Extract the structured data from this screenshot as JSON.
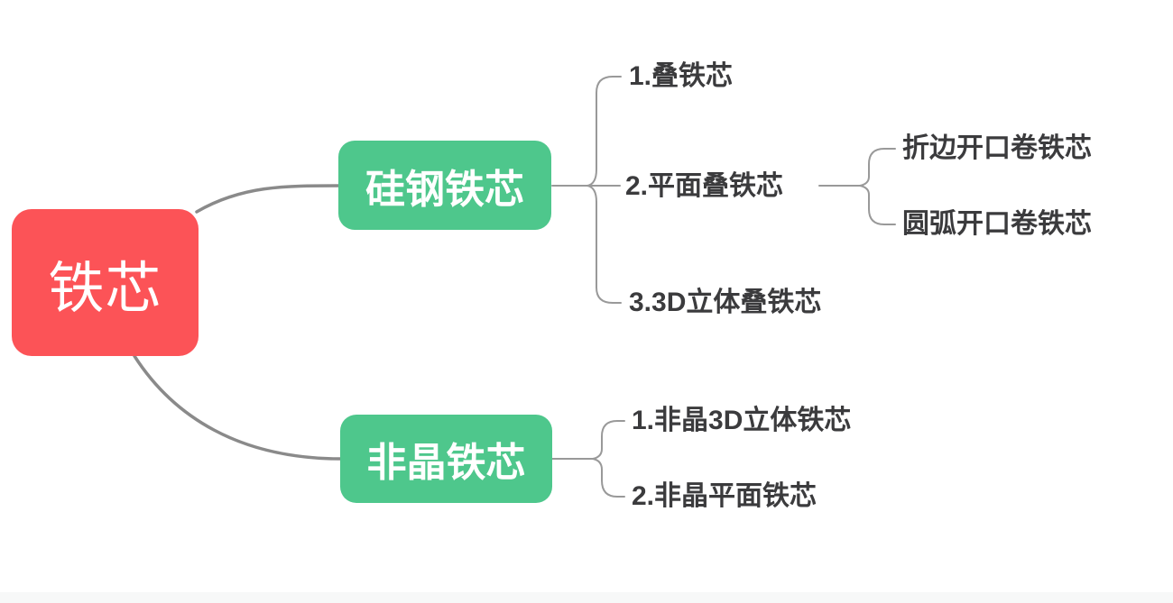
{
  "diagram": {
    "type": "mindmap",
    "root": {
      "label": "铁芯"
    },
    "branches": [
      {
        "label": "硅钢铁芯",
        "children": [
          {
            "label": "1.叠铁芯",
            "children": []
          },
          {
            "label": "2.平面叠铁芯",
            "children": [
              {
                "label": "折边开口卷铁芯"
              },
              {
                "label": "圆弧开口卷铁芯"
              }
            ]
          },
          {
            "label": "3.3D立体叠铁芯",
            "children": []
          }
        ]
      },
      {
        "label": "非晶铁芯",
        "children": [
          {
            "label": "1.非晶3D立体铁芯",
            "children": []
          },
          {
            "label": "2.非晶平面铁芯",
            "children": []
          }
        ]
      }
    ]
  },
  "colors": {
    "root-node": "#fc5357",
    "branch-node": "#4ec78c",
    "leaf-text": "#3b3b3d",
    "connector": "#8a8a8a",
    "connector-light": "#999999",
    "footer-bar": "#f7f8f8"
  }
}
